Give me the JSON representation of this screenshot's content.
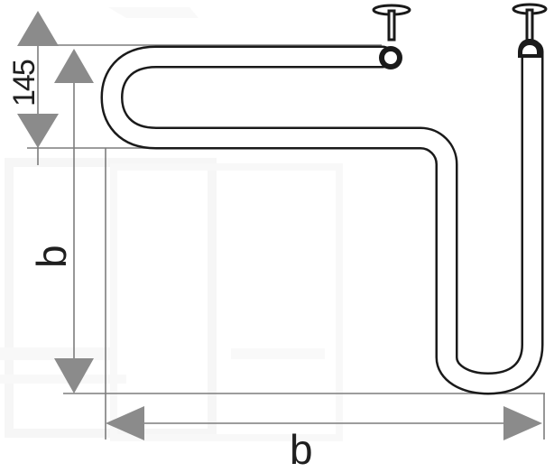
{
  "dimensions": {
    "top_bend_height": "145",
    "left_height": "b",
    "bottom_width": "b"
  },
  "colors": {
    "line": "#1a1a1a",
    "arrow": "#8b8b8b",
    "dimension_line": "#7d7d7d",
    "background_sketch": "#f1f1f1",
    "pipe_fill": "#ffffff"
  },
  "icons": {
    "left_mount": "wall-bracket-icon",
    "right_mount": "wall-bracket-icon"
  }
}
